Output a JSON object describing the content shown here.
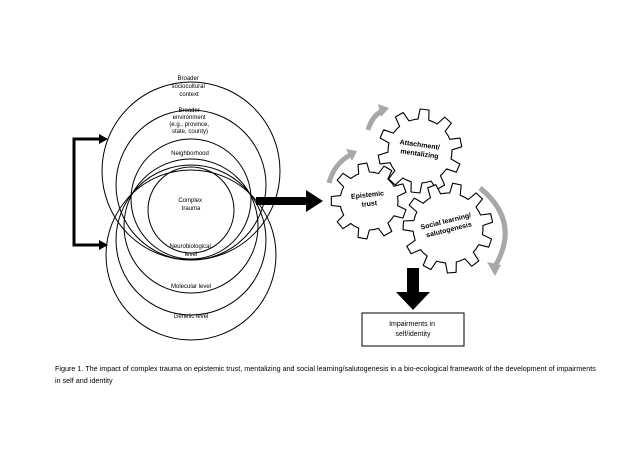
{
  "diagram": {
    "upper_circles": [
      {
        "id": "sociocultural",
        "lines": [
          "Broader",
          "sociocultural",
          "context"
        ]
      },
      {
        "id": "environment",
        "lines": [
          "Broader",
          "environment",
          "(e.g., province,",
          "state, county)"
        ]
      },
      {
        "id": "neighborhood",
        "lines": [
          "Neighborhood"
        ]
      },
      {
        "id": "complex_trauma",
        "lines": [
          "Complex",
          "trauma"
        ]
      }
    ],
    "lower_circles": [
      {
        "id": "neurobiological",
        "lines": [
          "Neurobiological",
          "level"
        ]
      },
      {
        "id": "molecular",
        "lines": [
          "Molecular level"
        ]
      },
      {
        "id": "genetic",
        "lines": [
          "Genetic level"
        ]
      }
    ],
    "gears": [
      {
        "id": "attachment",
        "lines": [
          "Attachment/",
          "mentalizing"
        ]
      },
      {
        "id": "epistemic",
        "lines": [
          "Epistemic",
          "trust"
        ]
      },
      {
        "id": "social",
        "lines": [
          "Social learning/",
          "salutogenesis"
        ]
      }
    ],
    "outcome_box": {
      "lines": [
        "Impairments in",
        "self/identity"
      ]
    }
  },
  "caption": "Figure 1. The impact of complex trauma on epistemic trust, mentalizing and social learning/salutogenesis in a bio-ecological framework of the development of impairments in self and identity"
}
